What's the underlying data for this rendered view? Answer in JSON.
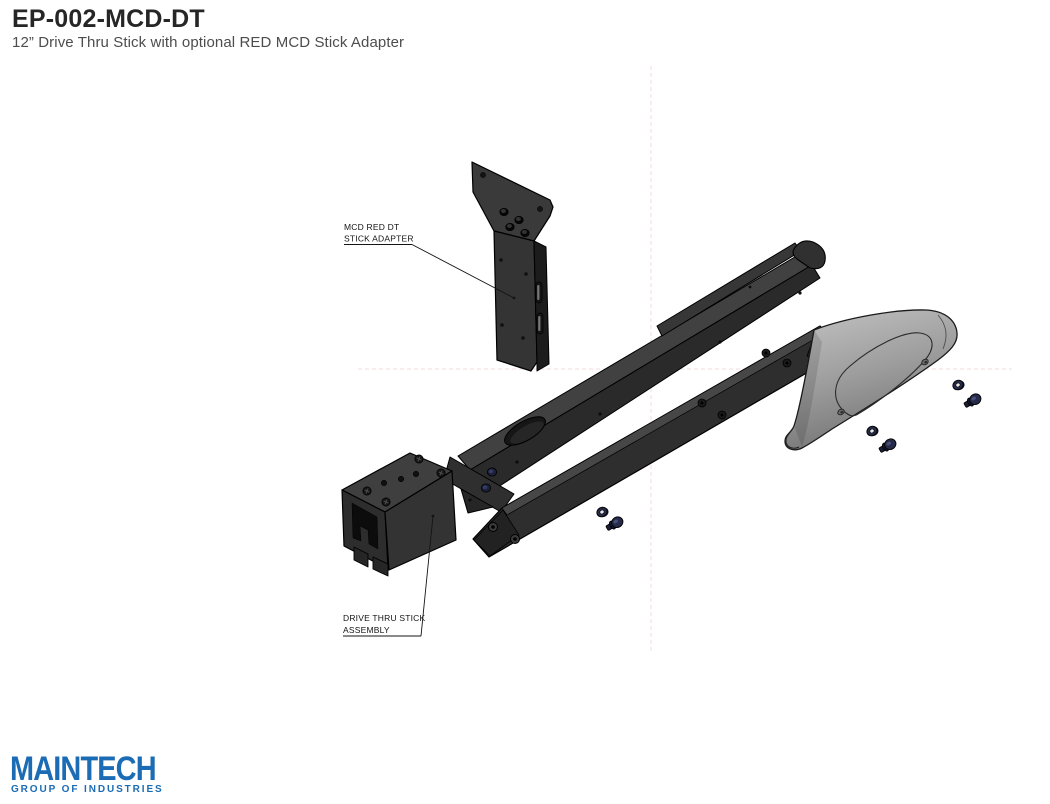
{
  "header": {
    "title": "EP-002-MCD-DT",
    "subtitle": "12” Drive Thru Stick with optional RED MCD Stick Adapter"
  },
  "diagram": {
    "callouts": [
      {
        "id": "adapter",
        "line1": "MCD RED DT",
        "line2": "STICK ADAPTER"
      },
      {
        "id": "assembly",
        "line1": "DRIVE THRU STICK",
        "line2": "ASSEMBLY"
      }
    ],
    "parts": [
      {
        "name": "mcd-red-dt-stick-adapter"
      },
      {
        "name": "drive-thru-stick-tube"
      },
      {
        "name": "receiver-channel-bracket"
      },
      {
        "name": "flat-mount-bar"
      },
      {
        "name": "gray-plastic-cover"
      },
      {
        "name": "button-screws-with-washers"
      }
    ]
  },
  "footer": {
    "brand": "MAINTECH",
    "tagline": "GROUP OF INDUSTRIES"
  },
  "colors": {
    "logo_blue": "#1b6cb5",
    "title_color": "#262626",
    "subtitle_color": "#4d4d4d",
    "part_dark": "#2a2a2a",
    "part_mid": "#3f3f3f",
    "cover_gray": "#9a9a9a",
    "screw_navy": "#262b49",
    "guide_pink": "#d9a8a8",
    "callout_color": "#141414"
  }
}
